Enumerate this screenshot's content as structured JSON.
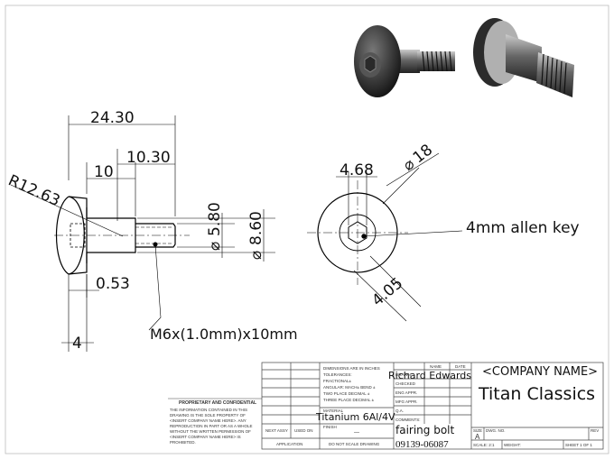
{
  "dimensions": {
    "overall_length": "24.30",
    "head_to_shoulder": "10",
    "shoulder_length": "10.30",
    "head_radius": "R12.63",
    "thread_dia": "5.80",
    "shoulder_dia": "8.60",
    "head_thickness": "0.53",
    "head_edge": "4",
    "hex_size": "4.68",
    "head_dia": "18",
    "socket_depth": "4.05"
  },
  "callouts": {
    "thread": "M6x(1.0mm)x10mm",
    "socket": "4mm allen key"
  },
  "title_block": {
    "company_placeholder": "<COMPANY NAME>",
    "company": "Titan Classics",
    "drawn_by": "Richard Edwards",
    "material": "Titanium 6Al/4V",
    "title": "fairing bolt",
    "dwg_no": "09139-06087",
    "finish": "—",
    "size": "A",
    "proprietary_title": "PROPRIETARY AND CONFIDENTIAL",
    "proprietary_lines": [
      "THE INFORMATION CONTAINED IN THIS",
      "DRAWING IS THE SOLE PROPERTY OF",
      "<INSERT COMPANY NAME HERE>. ANY",
      "REPRODUCTION IN PART OR AS A WHOLE",
      "WITHOUT THE WRITTEN PERMISSION OF",
      "<INSERT COMPANY NAME HERE> IS",
      "PROHIBITED."
    ],
    "tol_lines": [
      "DIMENSIONS ARE IN INCHES",
      "TOLERANCES:",
      "FRACTIONAL±",
      "ANGULAR: MACH±   BEND ±",
      "TWO PLACE DECIMAL   ±",
      "THREE PLACE DECIMAL  ±"
    ],
    "labels": {
      "name": "NAME",
      "date": "DATE",
      "drawn": "DRAWN",
      "checked": "CHECKED",
      "eng_appr": "ENG APPR.",
      "mfg_appr": "MFG APPR.",
      "qa": "Q.A.",
      "comments": "COMMENTS:",
      "material": "MATERIAL",
      "finish": "FINISH",
      "next_assy": "NEXT ASSY",
      "used_on": "USED ON",
      "application": "APPLICATION",
      "do_not_scale": "DO NOT SCALE DRAWING",
      "size": "SIZE",
      "dwg_no": "DWG.  NO.",
      "rev": "REV",
      "scale": "SCALE: 2:1",
      "weight": "WEIGHT:",
      "sheet": "SHEET 1 OF 1"
    }
  }
}
